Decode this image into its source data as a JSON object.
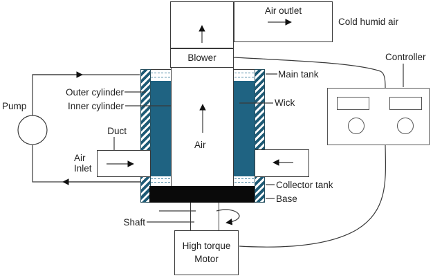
{
  "labels": {
    "pump": "Pump",
    "outer_cylinder": "Outer cylinder",
    "inner_cylinder": "Inner cylinder",
    "duct": "Duct",
    "air_inlet": [
      "Air",
      "Inlet"
    ],
    "air": "Air",
    "blower": "Blower",
    "air_outlet": "Air outlet",
    "cold_humid_air": "Cold humid air",
    "main_tank": "Main tank",
    "wick": "Wick",
    "collector_tank": "Collector tank",
    "base": "Base",
    "controller": "Controller",
    "shaft": "Shaft",
    "motor": [
      "High torque",
      "Motor"
    ]
  },
  "colors": {
    "wick_fill": "#1f6382",
    "hatch_stripe": "#1d5a75",
    "base_fill": "#0a0a0a",
    "line_color": "#3a3a3a"
  }
}
